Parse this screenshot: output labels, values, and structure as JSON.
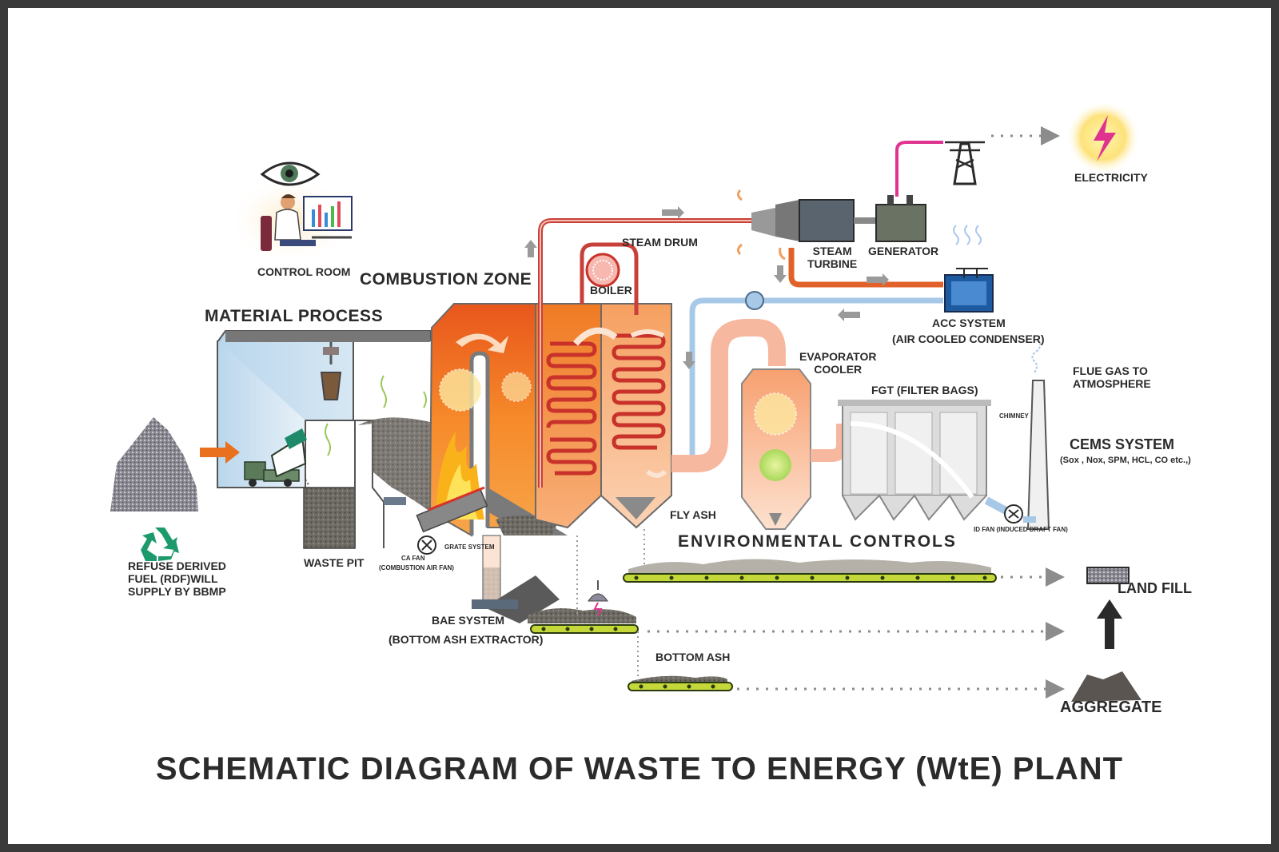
{
  "title": "SCHEMATIC DIAGRAM OF WASTE TO ENERGY (WtE) PLANT",
  "labels": {
    "control_room": "CONTROL ROOM",
    "combustion_zone": "COMBUSTION ZONE",
    "material_process": "MATERIAL PROCESS",
    "steam_drum": "STEAM DRUM",
    "boiler": "BOILER",
    "steam_turbine": "STEAM\nTURBINE",
    "generator": "GENERATOR",
    "electricity": "ELECTRICITY",
    "acc_system": "ACC SYSTEM",
    "acc_system_sub": "(AIR COOLED CONDENSER)",
    "evaporator_cooler": "EVAPORATOR\nCOOLER",
    "fgt": "FGT (FILTER BAGS)",
    "flue_gas": "FLUE GAS TO\nATMOSPHERE",
    "chimney": "CHIMNEY",
    "cems_system": "CEMS SYSTEM",
    "cems_sub": "(Sox , Nox, SPM, HCL, CO etc.,)",
    "fly_ash": "FLY ASH",
    "environmental_controls": "ENVIRONMENTAL CONTROLS",
    "id_fan": "ID FAN (INDUCED DRAFT FAN)",
    "land_fill": "LAND FILL",
    "aggregate": "AGGREGATE",
    "bottom_ash": "BOTTOM ASH",
    "bae_system": "BAE SYSTEM",
    "bae_sub": "(BOTTOM ASH EXTRACTOR)",
    "waste_pit": "WASTE PIT",
    "ca_fan": "CA FAN",
    "ca_fan_sub": "(COMBUSTION AIR FAN)",
    "grate_system": "GRATE SYSTEM",
    "rdf": "REFUSE DERIVED\nFUEL (RDF)WILL\nSUPPLY BY BBMP"
  },
  "icons": [
    "eye-icon",
    "operator-icon",
    "monitor-icon",
    "recycle-icon",
    "lightning-icon",
    "transmission-tower-icon",
    "truck-icon",
    "crane-grab-icon",
    "magnet-icon",
    "id-fan-icon",
    "chimney-icon"
  ],
  "colors": {
    "furnace": "#f07a22",
    "flame": "#f9b21a",
    "boiler_tube": "#c8322a",
    "steam_pipe": "#c9403a",
    "condensate_pipe": "#a8c8e8",
    "waste_bunker": "#cfe3f1",
    "filter_housing": "#dcdcdc",
    "conveyor": "#c5d83a",
    "rdf_arrow": "#e8701e",
    "power_line": "#e0338f",
    "recycle_green": "#1d9a6c"
  }
}
